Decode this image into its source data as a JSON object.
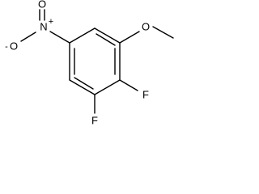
{
  "molecule": {
    "atoms": {
      "nitro_n": "N",
      "nitro_o_top": "O",
      "nitro_o_left": "O",
      "nitro_o_left_charge": "-",
      "nitro_n_charge": "+",
      "methoxy_o": "O",
      "fluoro_1": "F",
      "fluoro_2": "F"
    }
  }
}
